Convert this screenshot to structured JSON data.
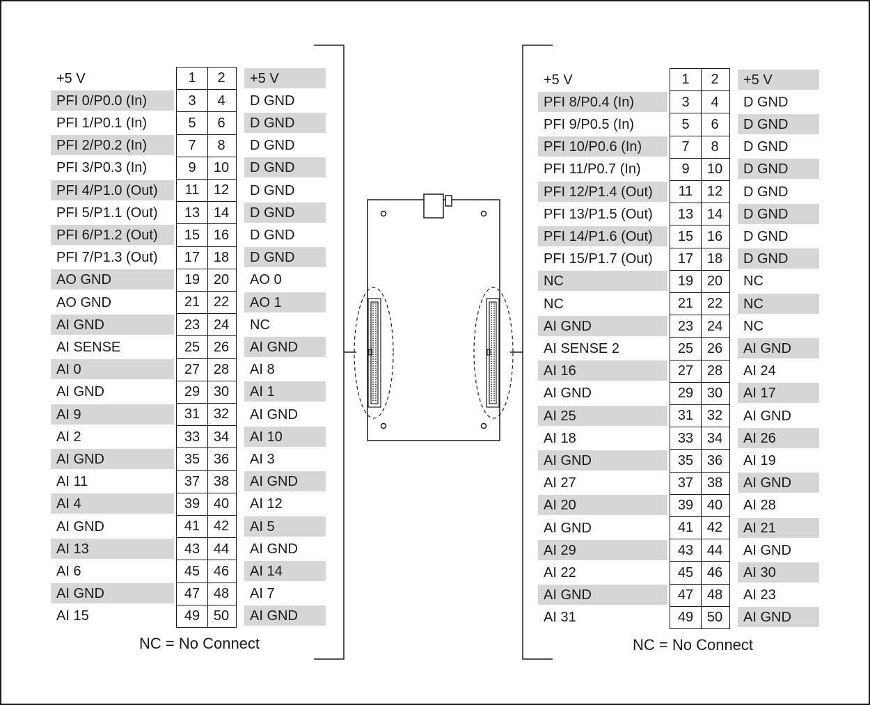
{
  "note": "NC = No Connect",
  "connectors": [
    {
      "pins": [
        {
          "left": "+5 V",
          "a": "1",
          "b": "2",
          "right": "+5 V"
        },
        {
          "left": "PFI 0/P0.0 (In)",
          "a": "3",
          "b": "4",
          "right": "D GND"
        },
        {
          "left": "PFI 1/P0.1 (In)",
          "a": "5",
          "b": "6",
          "right": "D GND"
        },
        {
          "left": "PFI 2/P0.2 (In)",
          "a": "7",
          "b": "8",
          "right": "D GND"
        },
        {
          "left": "PFI 3/P0.3 (In)",
          "a": "9",
          "b": "10",
          "right": "D GND"
        },
        {
          "left": "PFI 4/P1.0 (Out)",
          "a": "11",
          "b": "12",
          "right": "D GND"
        },
        {
          "left": "PFI 5/P1.1 (Out)",
          "a": "13",
          "b": "14",
          "right": "D GND"
        },
        {
          "left": "PFI 6/P1.2 (Out)",
          "a": "15",
          "b": "16",
          "right": "D GND"
        },
        {
          "left": "PFI 7/P1.3 (Out)",
          "a": "17",
          "b": "18",
          "right": "D GND"
        },
        {
          "left": "AO GND",
          "a": "19",
          "b": "20",
          "right": "AO 0"
        },
        {
          "left": "AO GND",
          "a": "21",
          "b": "22",
          "right": "AO 1"
        },
        {
          "left": "AI GND",
          "a": "23",
          "b": "24",
          "right": "NC"
        },
        {
          "left": "AI SENSE",
          "a": "25",
          "b": "26",
          "right": "AI GND"
        },
        {
          "left": "AI 0",
          "a": "27",
          "b": "28",
          "right": "AI 8"
        },
        {
          "left": "AI GND",
          "a": "29",
          "b": "30",
          "right": "AI 1"
        },
        {
          "left": "AI 9",
          "a": "31",
          "b": "32",
          "right": "AI GND"
        },
        {
          "left": "AI 2",
          "a": "33",
          "b": "34",
          "right": "AI 10"
        },
        {
          "left": "AI GND",
          "a": "35",
          "b": "36",
          "right": "AI 3"
        },
        {
          "left": "AI 11",
          "a": "37",
          "b": "38",
          "right": "AI GND"
        },
        {
          "left": "AI 4",
          "a": "39",
          "b": "40",
          "right": "AI 12"
        },
        {
          "left": "AI GND",
          "a": "41",
          "b": "42",
          "right": "AI 5"
        },
        {
          "left": "AI 13",
          "a": "43",
          "b": "44",
          "right": "AI GND"
        },
        {
          "left": "AI 6",
          "a": "45",
          "b": "46",
          "right": "AI 14"
        },
        {
          "left": "AI GND",
          "a": "47",
          "b": "48",
          "right": "AI 7"
        },
        {
          "left": "AI 15",
          "a": "49",
          "b": "50",
          "right": "AI GND"
        }
      ]
    },
    {
      "pins": [
        {
          "left": "+5 V",
          "a": "1",
          "b": "2",
          "right": "+5 V"
        },
        {
          "left": "PFI 8/P0.4 (In)",
          "a": "3",
          "b": "4",
          "right": "D GND"
        },
        {
          "left": "PFI 9/P0.5 (In)",
          "a": "5",
          "b": "6",
          "right": "D GND"
        },
        {
          "left": "PFI 10/P0.6 (In)",
          "a": "7",
          "b": "8",
          "right": "D GND"
        },
        {
          "left": "PFI 11/P0.7 (In)",
          "a": "9",
          "b": "10",
          "right": "D GND"
        },
        {
          "left": "PFI 12/P1.4 (Out)",
          "a": "11",
          "b": "12",
          "right": "D GND"
        },
        {
          "left": "PFI 13/P1.5 (Out)",
          "a": "13",
          "b": "14",
          "right": "D GND"
        },
        {
          "left": "PFI 14/P1.6 (Out)",
          "a": "15",
          "b": "16",
          "right": "D GND"
        },
        {
          "left": "PFI 15/P1.7 (Out)",
          "a": "17",
          "b": "18",
          "right": "D GND"
        },
        {
          "left": "NC",
          "a": "19",
          "b": "20",
          "right": "NC"
        },
        {
          "left": "NC",
          "a": "21",
          "b": "22",
          "right": "NC"
        },
        {
          "left": "AI GND",
          "a": "23",
          "b": "24",
          "right": "NC"
        },
        {
          "left": "AI SENSE 2",
          "a": "25",
          "b": "26",
          "right": "AI GND"
        },
        {
          "left": "AI 16",
          "a": "27",
          "b": "28",
          "right": "AI 24"
        },
        {
          "left": "AI GND",
          "a": "29",
          "b": "30",
          "right": "AI 17"
        },
        {
          "left": "AI 25",
          "a": "31",
          "b": "32",
          "right": "AI GND"
        },
        {
          "left": "AI 18",
          "a": "33",
          "b": "34",
          "right": "AI 26"
        },
        {
          "left": "AI GND",
          "a": "35",
          "b": "36",
          "right": "AI 19"
        },
        {
          "left": "AI 27",
          "a": "37",
          "b": "38",
          "right": "AI GND"
        },
        {
          "left": "AI 20",
          "a": "39",
          "b": "40",
          "right": "AI 28"
        },
        {
          "left": "AI GND",
          "a": "41",
          "b": "42",
          "right": "AI 21"
        },
        {
          "left": "AI 29",
          "a": "43",
          "b": "44",
          "right": "AI GND"
        },
        {
          "left": "AI 22",
          "a": "45",
          "b": "46",
          "right": "AI 30"
        },
        {
          "left": "AI GND",
          "a": "47",
          "b": "48",
          "right": "AI 23"
        },
        {
          "left": "AI 31",
          "a": "49",
          "b": "50",
          "right": "AI GND"
        }
      ]
    }
  ]
}
